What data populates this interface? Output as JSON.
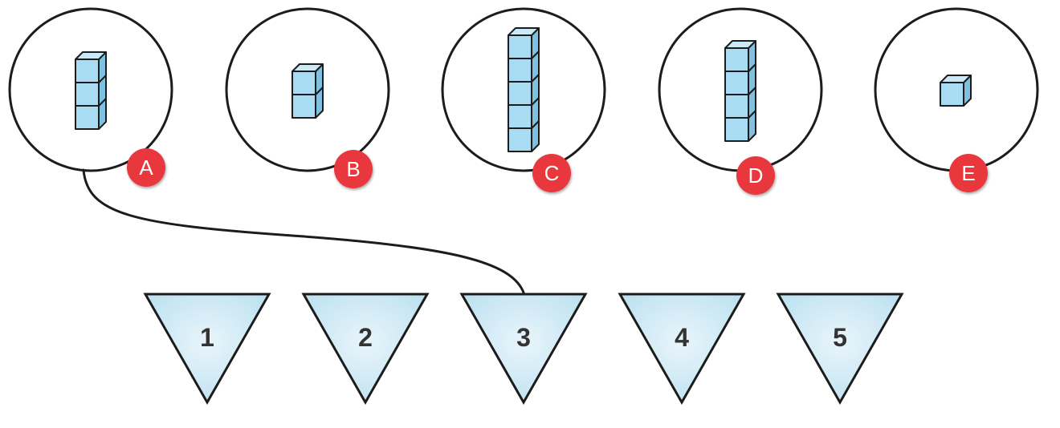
{
  "circles": [
    {
      "label": "A",
      "cubes": 3
    },
    {
      "label": "B",
      "cubes": 2
    },
    {
      "label": "C",
      "cubes": 5
    },
    {
      "label": "D",
      "cubes": 4
    },
    {
      "label": "E",
      "cubes": 1
    }
  ],
  "triangles": [
    {
      "number": "1"
    },
    {
      "number": "2"
    },
    {
      "number": "3"
    },
    {
      "number": "4"
    },
    {
      "number": "5"
    }
  ],
  "connections": [
    {
      "from": "A",
      "to": "3"
    }
  ],
  "colors": {
    "cube_fill": "#a9dcf2",
    "cube_top": "#cbeaf8",
    "cube_side": "#7fc1e0",
    "outline": "#1c1c1c",
    "badge_fill": "#e8393c",
    "badge_text": "#ffffff",
    "triangle_edge": "#e9f5fb",
    "triangle_center": "#bfe2f1",
    "triangle_text": "#333333"
  }
}
